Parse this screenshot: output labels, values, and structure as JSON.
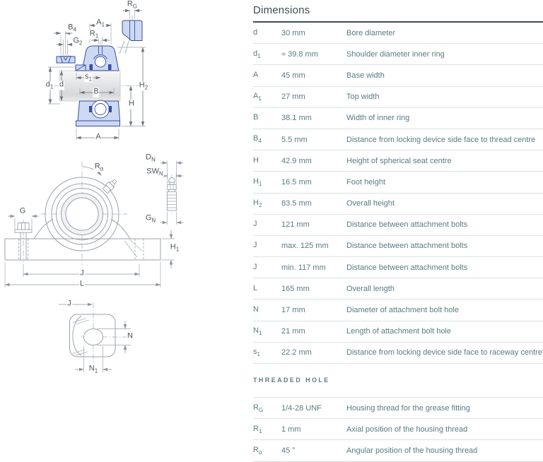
{
  "page": {
    "title": "Dimensions"
  },
  "dimensions_table": {
    "rows": [
      {
        "sym": "d",
        "sub": "",
        "val": "30 mm",
        "desc": "Bore diameter"
      },
      {
        "sym": "d",
        "sub": "1",
        "val": "≈ 39.8 mm",
        "desc": "Shoulder diameter inner ring"
      },
      {
        "sym": "A",
        "sub": "",
        "val": "45 mm",
        "desc": "Base width"
      },
      {
        "sym": "A",
        "sub": "1",
        "val": "27 mm",
        "desc": "Top width"
      },
      {
        "sym": "B",
        "sub": "",
        "val": "38.1 mm",
        "desc": "Width of inner ring"
      },
      {
        "sym": "B",
        "sub": "4",
        "val": "5.5 mm",
        "desc": "Distance from locking device side face to thread centre"
      },
      {
        "sym": "H",
        "sub": "",
        "val": "42.9 mm",
        "desc": "Height of spherical seat centre"
      },
      {
        "sym": "H",
        "sub": "1",
        "val": "16.5 mm",
        "desc": "Foot height"
      },
      {
        "sym": "H",
        "sub": "2",
        "val": "83.5 mm",
        "desc": "Overall height"
      },
      {
        "sym": "J",
        "sub": "",
        "val": "121 mm",
        "desc": "Distance between attachment bolts"
      },
      {
        "sym": "J",
        "sub": "",
        "val": "max. 125 mm",
        "desc": "Distance between attachment bolts"
      },
      {
        "sym": "J",
        "sub": "",
        "val": "min. 117 mm",
        "desc": "Distance between attachment bolts"
      },
      {
        "sym": "L",
        "sub": "",
        "val": "165 mm",
        "desc": "Overall length"
      },
      {
        "sym": "N",
        "sub": "",
        "val": "17 mm",
        "desc": "Diameter of attachment bolt hole"
      },
      {
        "sym": "N",
        "sub": "1",
        "val": "21 mm",
        "desc": "Length of attachment bolt hole"
      },
      {
        "sym": "s",
        "sub": "1",
        "val": "22.2 mm",
        "desc": "Distance from locking device side face to raceway centre"
      }
    ]
  },
  "threaded_hole": {
    "heading": "THREADED HOLE",
    "rows": [
      {
        "sym": "R",
        "sub": "G",
        "val": "1/4-28 UNF",
        "desc": "Housing thread for the grease fitting"
      },
      {
        "sym": "R",
        "sub": "1",
        "val": "1 mm",
        "desc": "Axial position of the housing thread"
      },
      {
        "sym": "R",
        "sub": "α",
        "val": "45 °",
        "desc": "Angular position of the housing thread"
      }
    ]
  },
  "drawings": {
    "cross_section": {
      "labels": {
        "rg": {
          "b": "R",
          "s": "G"
        },
        "b4": {
          "b": "B",
          "s": "4"
        },
        "g2": {
          "b": "G",
          "s": "2"
        },
        "a1": {
          "b": "A",
          "s": "1"
        },
        "r1": {
          "b": "R",
          "s": "1"
        },
        "d1": {
          "b": "d",
          "s": "1"
        },
        "d": {
          "b": "d",
          "s": ""
        },
        "s1": {
          "b": "s",
          "s": "1"
        },
        "b": {
          "b": "B",
          "s": ""
        },
        "h2": {
          "b": "H",
          "s": "2"
        },
        "h": {
          "b": "H",
          "s": ""
        },
        "a": {
          "b": "A",
          "s": ""
        }
      }
    },
    "front_view": {
      "labels": {
        "ra": {
          "b": "R",
          "s": "α"
        },
        "g": {
          "b": "G",
          "s": ""
        },
        "dn": {
          "b": "D",
          "s": "N"
        },
        "swn": {
          "b": "SW",
          "s": "N"
        },
        "gn": {
          "b": "G",
          "s": "N"
        },
        "h1": {
          "b": "H",
          "s": "1"
        },
        "j": {
          "b": "J",
          "s": ""
        },
        "l": {
          "b": "L",
          "s": ""
        }
      }
    },
    "bolt_hole": {
      "labels": {
        "j": {
          "b": "J",
          "s": ""
        },
        "n": {
          "b": "N",
          "s": ""
        },
        "n1": {
          "b": "N",
          "s": "1"
        }
      }
    }
  },
  "colors": {
    "housing_fill": "#ccd9f2",
    "housing_line": "#3a4da0",
    "drawing_gray": "#9ba2a9",
    "table_text": "#587b83",
    "heading_text": "#3d4c55",
    "rule_dark": "#3f4b55",
    "rule_light": "#dde0e3"
  }
}
